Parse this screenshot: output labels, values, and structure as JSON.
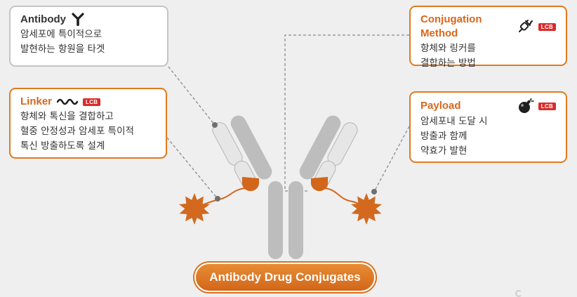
{
  "colors": {
    "accent": "#e07a1e",
    "accent_text": "#d9661a",
    "antibody_gray": "#bdbdbd",
    "antibody_light": "#e6e6e6",
    "payload": "#d2691e",
    "badge_red": "#d92b2b",
    "background": "#efefef"
  },
  "cards": {
    "antibody": {
      "title": "Antibody",
      "body": "암세포에 특이적으로\n발현하는 항원을 타겟",
      "icon": "antibody-y-icon"
    },
    "linker": {
      "title": "Linker",
      "badge": "LCB",
      "body": "항체와 톡신을 결합하고\n혈중 안정성과 암세포 특이적\n톡신 방출하도록 설계",
      "icon": "wave-icon"
    },
    "conjugation": {
      "title": "Conjugation Method",
      "badge": "LCB",
      "body": "항체와 링커를\n결합하는 방법",
      "icon": "plug-icon"
    },
    "payload": {
      "title": "Payload",
      "badge": "LCB",
      "body": "암세포내 도달 시\n방출과 함께\n약효가 발현",
      "icon": "bomb-icon"
    }
  },
  "footer": {
    "label": "Antibody Drug Conjugates"
  }
}
